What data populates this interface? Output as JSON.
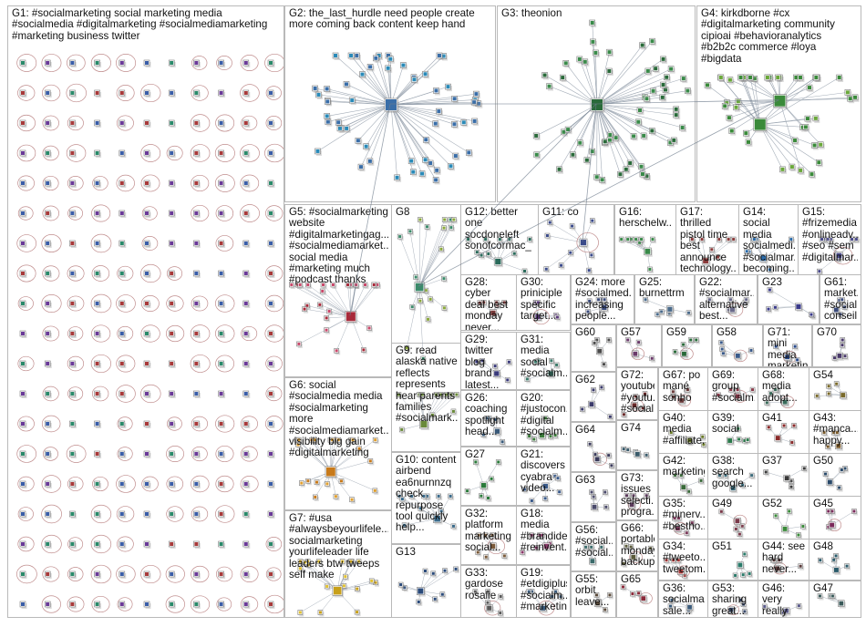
{
  "colors": {
    "border": "#b9b9b9",
    "edge": "#9aa4b0",
    "edge_strong": "#6e7c8c",
    "self_loop": "#b07070",
    "text": "#111111"
  },
  "groups": [
    {
      "id": "G1",
      "label": "G1: #socialmarketing social marketing media #socialmedia #digitalmarketing #socialmediamarketing #marketing business twitter",
      "palette": [
        "#3a5ea8",
        "#6a3a98",
        "#2a8a6a",
        "#a83a3a"
      ]
    },
    {
      "id": "G2",
      "label": "G2: the_last_hurdle need people create more coming back content keep hand",
      "palette": [
        "#3a6ea8",
        "#2a8ab8"
      ]
    },
    {
      "id": "G3",
      "label": "G3: theonion",
      "palette": [
        "#2a6a3a",
        "#3a8a4a"
      ]
    },
    {
      "id": "G4",
      "label": "G4: kirkdborne #cx #digitalmarketing community cipioai #behavioranalytics #b2b2c commerce #loya #bigdata",
      "palette": [
        "#3a8a3a",
        "#6aa83a"
      ]
    },
    {
      "id": "G5",
      "label": "G5: #socialmarketing website #digitalmarketingag... #socialmediamarket... social media #marketing much #podcast thanks",
      "palette": [
        "#a82a3a",
        "#c8486a"
      ]
    },
    {
      "id": "G6",
      "label": "G6: social #socialmedia media #socialmarketing more #socialmediamarket... visibility big gain #digitalmarketing",
      "palette": [
        "#c87a1a",
        "#e0a030"
      ]
    },
    {
      "id": "G7",
      "label": "G7: #usa #alwaysbeyourlifele... socialmarketing yourlifeleader life leaders btw tweeps self make",
      "palette": [
        "#c8a01a",
        "#e0c030"
      ]
    },
    {
      "id": "G8",
      "label": "G8",
      "palette": [
        "#3a8a6a",
        "#8aa83a"
      ]
    },
    {
      "id": "G9",
      "label": "G9: read alaska native reflects represents hear parents families #socialmark...",
      "palette": [
        "#6a8a3a"
      ]
    },
    {
      "id": "G10",
      "label": "G10: content airbend ea6nurnnzq check repurpose tool quickly help...",
      "palette": [
        "#3a6a8a"
      ]
    },
    {
      "id": "G11",
      "label": "G11: co",
      "palette": [
        "#3a4a8a"
      ]
    },
    {
      "id": "G12",
      "label": "G12: better one socdoneleft sonofcormac_",
      "palette": [
        "#2a6a5a"
      ]
    },
    {
      "id": "G13",
      "label": "G13",
      "palette": [
        "#2a4a7a"
      ]
    },
    {
      "id": "G14",
      "label": "G14: social media socialmedi... #socialmar... becoming...",
      "palette": [
        "#2a6aa8"
      ]
    },
    {
      "id": "G15",
      "label": "G15: #frizemedia #onlineadv... #seo #sem #digitalmar...",
      "palette": [
        "#4a4a8a"
      ]
    },
    {
      "id": "G16",
      "label": "G16: herschelw...",
      "palette": [
        "#3a8a4a"
      ]
    },
    {
      "id": "G17",
      "label": "G17: thrilled pistol time best announce technology...",
      "palette": [
        "#8a3a3a"
      ]
    },
    {
      "id": "G18",
      "label": "G18: media #brandide... #reinvent...",
      "palette": [
        "#8a3a6a"
      ]
    },
    {
      "id": "G20",
      "label": "G20: #justocon... #digital #socialm...",
      "palette": [
        "#3a7a3a"
      ]
    },
    {
      "id": "G21",
      "label": "G21: discovers cyabra video...",
      "palette": [
        "#3a5a8a"
      ]
    },
    {
      "id": "G22",
      "label": "G22: #socialmar... alternative best...",
      "palette": [
        "#6a6a8a"
      ]
    },
    {
      "id": "G23",
      "label": "G23",
      "palette": [
        "#3a3a8a"
      ]
    },
    {
      "id": "G24",
      "label": "G24: more #socialmed... increasing people...",
      "palette": [
        "#3a4a7a"
      ]
    },
    {
      "id": "G25",
      "label": "G25: burnettrm",
      "palette": [
        "#4a6a8a"
      ]
    },
    {
      "id": "G26",
      "label": "G26: coaching spotlight head...",
      "palette": [
        "#3a5a7a"
      ]
    },
    {
      "id": "G27",
      "label": "G27",
      "palette": [
        "#2a7a3a"
      ]
    },
    {
      "id": "G28",
      "label": "G28: cyber deal best monday never...",
      "palette": [
        "#7a3a3a"
      ]
    },
    {
      "id": "G29",
      "label": "G29: twitter blog brand latest...",
      "palette": [
        "#3a3a7a"
      ]
    },
    {
      "id": "G30",
      "label": "G30: priniciple specific target...",
      "palette": [
        "#5a3a7a"
      ]
    },
    {
      "id": "G31",
      "label": "G31: media social #socialm...",
      "palette": [
        "#3a7a6a"
      ]
    },
    {
      "id": "G32",
      "label": "G32: platform marketing social...",
      "palette": [
        "#7a5a3a"
      ]
    },
    {
      "id": "G33",
      "label": "G33: gardose rosalie",
      "palette": [
        "#5a5a5a"
      ]
    },
    {
      "id": "G34",
      "label": "G34: #tweeto... tweetom...",
      "palette": [
        "#a83a3a"
      ]
    },
    {
      "id": "G35",
      "label": "G35: #minerv... #bestho...",
      "palette": [
        "#7a3a5a"
      ]
    },
    {
      "id": "G36",
      "label": "G36: socialma... sale...",
      "palette": [
        "#3a5a7a"
      ]
    },
    {
      "id": "G37",
      "label": "G37",
      "palette": [
        "#3a3a3a"
      ]
    },
    {
      "id": "G38",
      "label": "G38: search google...",
      "palette": [
        "#3a6a7a"
      ]
    },
    {
      "id": "G39",
      "label": "G39: social",
      "palette": [
        "#2a7a4a"
      ]
    },
    {
      "id": "G40",
      "label": "G40: media #affiliate...",
      "palette": [
        "#6a7a2a"
      ]
    },
    {
      "id": "G41",
      "label": "G41",
      "palette": [
        "#8a2a2a"
      ]
    },
    {
      "id": "G42",
      "label": "G42: marketing",
      "palette": [
        "#3a6a3a"
      ]
    },
    {
      "id": "G43",
      "label": "G43: #manca... happy...",
      "palette": [
        "#7a5a2a"
      ]
    },
    {
      "id": "G44",
      "label": "G44: see hard never...",
      "palette": [
        "#5a3a3a"
      ]
    },
    {
      "id": "G45",
      "label": "G45",
      "palette": [
        "#7a2a5a"
      ]
    },
    {
      "id": "G46",
      "label": "G46: very really funny",
      "palette": [
        "#5a5a8a"
      ]
    },
    {
      "id": "G47",
      "label": "G47",
      "palette": [
        "#3a5a5a"
      ]
    },
    {
      "id": "G48",
      "label": "G48",
      "palette": [
        "#2a5a6a"
      ]
    },
    {
      "id": "G49",
      "label": "G49",
      "palette": [
        "#7a3a4a"
      ]
    },
    {
      "id": "G50",
      "label": "G50",
      "palette": [
        "#2a4a6a"
      ]
    },
    {
      "id": "G51",
      "label": "G51",
      "palette": [
        "#2a7a6a"
      ]
    },
    {
      "id": "G52",
      "label": "G52",
      "palette": [
        "#3a8a3a"
      ]
    },
    {
      "id": "G53",
      "label": "G53: sharing great...",
      "palette": [
        "#3a4a6a"
      ]
    },
    {
      "id": "G54",
      "label": "G54",
      "palette": [
        "#7a6a2a"
      ]
    },
    {
      "id": "G55",
      "label": "G55: orbit leave...",
      "palette": [
        "#5a4a3a"
      ]
    },
    {
      "id": "G56",
      "label": "G56: #social... #social...",
      "palette": [
        "#3a6a6a"
      ]
    },
    {
      "id": "G57",
      "label": "G57",
      "palette": [
        "#6a3a6a"
      ]
    },
    {
      "id": "G58",
      "label": "G58",
      "palette": [
        "#3a5a8a"
      ]
    },
    {
      "id": "G59",
      "label": "G59",
      "palette": [
        "#2a6a3a"
      ]
    },
    {
      "id": "G60",
      "label": "G60",
      "palette": [
        "#4a4a4a"
      ]
    },
    {
      "id": "G61",
      "label": "G61: market... #social... conseil...",
      "palette": [
        "#3a4a7a"
      ]
    },
    {
      "id": "G62",
      "label": "G62",
      "palette": [
        "#3a3a6a"
      ]
    },
    {
      "id": "G63",
      "label": "G63",
      "palette": [
        "#4a4a6a"
      ]
    },
    {
      "id": "G64",
      "label": "G64",
      "palette": [
        "#3a3a5a"
      ]
    },
    {
      "id": "G65",
      "label": "G65",
      "palette": [
        "#8a2a3a"
      ]
    },
    {
      "id": "G66",
      "label": "G66: portable monday backup...",
      "palette": [
        "#5a5a3a"
      ]
    },
    {
      "id": "G67",
      "label": "G67: po mané sonho",
      "palette": [
        "#6a3a3a"
      ]
    },
    {
      "id": "G68",
      "label": "G68: media adopt...",
      "palette": [
        "#3a6a5a"
      ]
    },
    {
      "id": "G69",
      "label": "G69: group #socialm...",
      "palette": [
        "#8a3a4a"
      ]
    },
    {
      "id": "G70",
      "label": "G70",
      "palette": [
        "#4a3a6a"
      ]
    },
    {
      "id": "G71",
      "label": "G71: mini media marketin...",
      "palette": [
        "#2a4a8a"
      ]
    },
    {
      "id": "G72",
      "label": "G72: youtube #youtu... #social...",
      "palette": [
        "#6a2a2a"
      ]
    },
    {
      "id": "G73",
      "label": "G73: issues selecti... progra...",
      "palette": [
        "#5a3a5a"
      ]
    },
    {
      "id": "G74",
      "label": "G74",
      "palette": [
        "#3a5a6a"
      ]
    }
  ]
}
